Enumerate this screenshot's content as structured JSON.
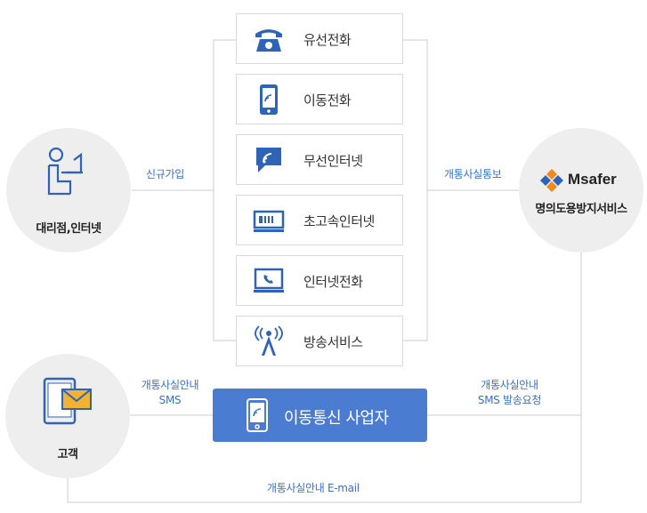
{
  "colors": {
    "accent_blue": "#4a7dd1",
    "label_blue": "#3a6fc4",
    "icon_blue": "#2f63b5",
    "msafer_orange": "#f08a1c",
    "circle_bg": "#eeeeee",
    "line_gray": "#cccccc"
  },
  "nodes": {
    "agency": {
      "label": "대리점,인터넷",
      "icon": "person-at-laptop-icon"
    },
    "msafer": {
      "label": "명의도용방지서비스",
      "logo_text": "Msafer",
      "icon": "msafer-logo-icon"
    },
    "customer": {
      "label": "고객",
      "icon": "tablet-envelope-icon"
    },
    "carrier": {
      "label": "이동통신 사업자",
      "icon": "mobile-phone-icon"
    }
  },
  "services": [
    {
      "label": "유선전화",
      "icon": "landline-phone-icon"
    },
    {
      "label": "이동전화",
      "icon": "mobile-phone-icon"
    },
    {
      "label": "무선인터넷",
      "icon": "wireless-bubble-icon"
    },
    {
      "label": "초고속인터넷",
      "icon": "broadband-modem-icon"
    },
    {
      "label": "인터넷전화",
      "icon": "internet-phone-icon"
    },
    {
      "label": "방송서비스",
      "icon": "broadcast-tower-icon"
    }
  ],
  "flows": {
    "signup": "신규가입",
    "notify": "개통사실통보",
    "sms_to_customer_line1": "개통사실안내",
    "sms_to_customer_line2": "SMS",
    "sms_request_line1": "개통사실안내",
    "sms_request_line2": "SMS 발송요청",
    "email": "개통사실안내 E-mail"
  }
}
